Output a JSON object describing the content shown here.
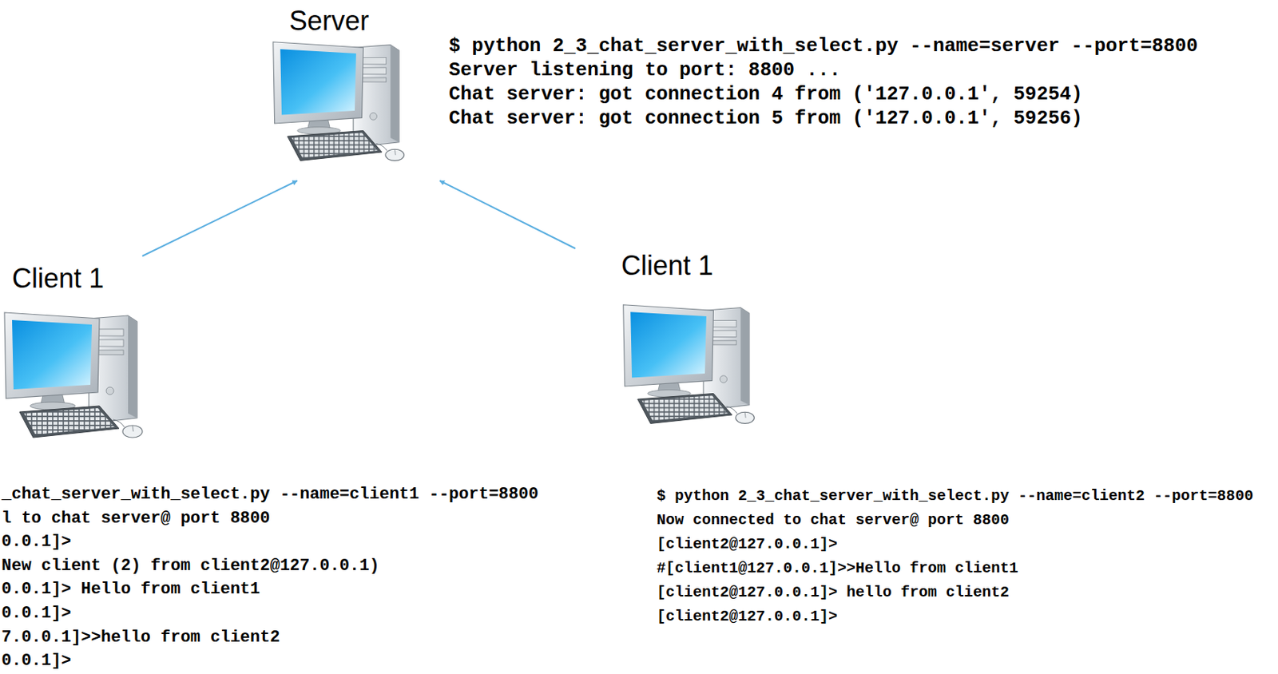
{
  "diagram": {
    "nodes": [
      {
        "text": [
          "Server"
        ]
      },
      {
        "text": [
          "Client 1"
        ]
      },
      {
        "text": [
          "Client 1"
        ]
      }
    ],
    "edges": [
      {
        "from": 1,
        "to": 0,
        "arrow": "to"
      },
      {
        "from": 2,
        "to": 0,
        "arrow": "to"
      }
    ],
    "labels": [
      "$ python 2_3_chat_server_with_select.py --name=server --port=8800",
      "Server listening to port: 8800 ...",
      "Chat server: got connection 4 from ('127.0.0.1', 59254)",
      "Chat server: got connection 5 from ('127.0.0.1', 59256)",
      "_chat_server_with_select.py --name=client1 --port=8800",
      "l to chat server@ port 8800",
      "0.0.1]>",
      "New client (2) from client2@127.0.0.1)",
      "0.0.1]> Hello from client1",
      "0.0.1]>",
      "7.0.0.1]>>hello from client2",
      "0.0.1]>",
      "$ python 2_3_chat_server_with_select.py --name=client2 --port=8800",
      "Now connected to chat server@ port 8800",
      "[client2@127.0.0.1]>",
      "#[client1@127.0.0.1]>>Hello from client1",
      "[client2@127.0.0.1]> hello from client2",
      "[client2@127.0.0.1]>"
    ]
  }
}
